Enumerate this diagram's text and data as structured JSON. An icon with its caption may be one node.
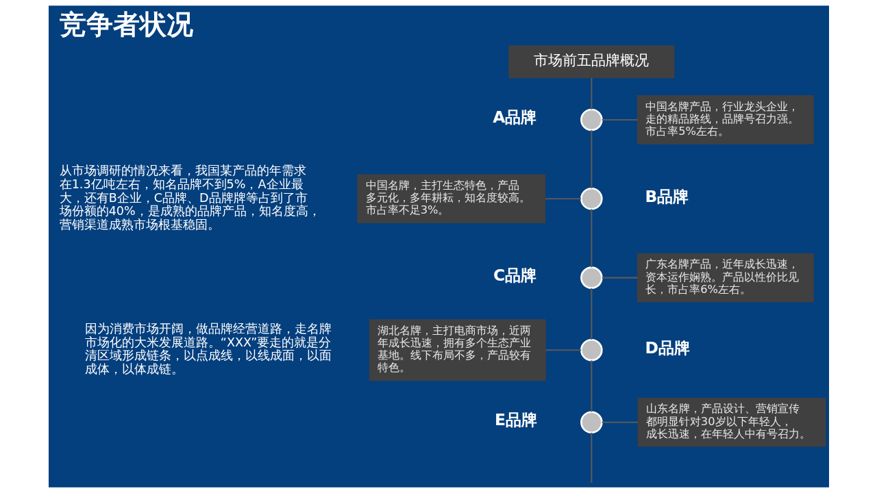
{
  "diagram": {
    "title": "竞争者状况",
    "nodes": [
      {
        "text": [
          "市场前五品牌概况"
        ]
      },
      {
        "text": [],
        "shape": "circle",
        "beside": [
          "A品牌"
        ]
      },
      {
        "text": [
          "中国名牌产品，行业龙头企业，走的精品路线，品牌号召力强。市占率5%左右。"
        ]
      },
      {
        "text": [
          "中国名牌，主打生态特色，产品多元化，多年耕耘，知名度较高。市占率不足3%。"
        ]
      },
      {
        "text": [],
        "shape": "circle",
        "beside": [
          "B品牌"
        ]
      },
      {
        "text": [],
        "shape": "circle",
        "beside": [
          "C品牌"
        ]
      },
      {
        "text": [
          "广东名牌产品，近年成长迅速，资本运作娴熟。产品以性价比见长，市占率6%左右。"
        ]
      },
      {
        "text": [
          "湖北名牌，主打电商市场，近两年成长迅速，拥有多个生态产业基地。线下布局不多，产品较有特色。"
        ]
      },
      {
        "text": [],
        "shape": "circle",
        "beside": [
          "D品牌"
        ]
      },
      {
        "text": [],
        "shape": "circle",
        "beside": [
          "E品牌"
        ]
      },
      {
        "text": [
          "山东名牌，产品设计、营销宣传都明显针对30岁以下年轻人，成长迅速，在年轻人中有号召力。"
        ]
      }
    ],
    "edges": [
      {
        "from": 0,
        "to": 1,
        "arrow": "none"
      },
      {
        "from": 1,
        "to": 2,
        "arrow": "none"
      },
      {
        "from": 1,
        "to": 4,
        "arrow": "none"
      },
      {
        "from": 3,
        "to": 4,
        "arrow": "none"
      },
      {
        "from": 4,
        "to": 5,
        "arrow": "none"
      },
      {
        "from": 5,
        "to": 6,
        "arrow": "none"
      },
      {
        "from": 5,
        "to": 8,
        "arrow": "none"
      },
      {
        "from": 7,
        "to": 8,
        "arrow": "none"
      },
      {
        "from": 8,
        "to": 9,
        "arrow": "none"
      },
      {
        "from": 9,
        "to": 10,
        "arrow": "none"
      },
      {
        "from": 9,
        "to": null,
        "arrow": "none"
      }
    ],
    "labels": [
      "从市场调研的情况来看，我国某产品的年需求在1.3亿吨左右，知名品牌不到5%，A企业最大，还有B企业，C品牌、D品牌牌等占到了市场份额的40%，是成熟的品牌产品，知名度高，营销渠道成熟市场根基稳固。",
      "因为消费市场开阔，做品牌经营道路，走名牌市场化的大米发展道路。“XXX”要走的就是分清区域形成链条，以点成线，以线成面，以面成体，以体成链。"
    ]
  }
}
